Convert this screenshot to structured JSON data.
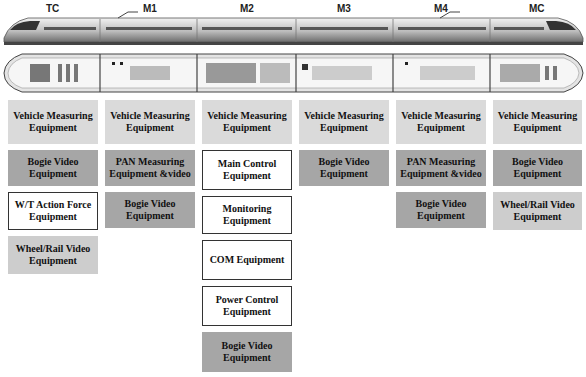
{
  "diagram": {
    "nodes": [
      {
        "text": [
          "Vehicle Measuring Equipment"
        ]
      },
      {
        "text": [
          "Bogie Video Equipment"
        ]
      },
      {
        "text": [
          "W/T Action Force Equipment"
        ]
      },
      {
        "text": [
          "Wheel/Rail Video Equipment"
        ]
      },
      {
        "text": [
          "Vehicle Measuring Equipment"
        ]
      },
      {
        "text": [
          "PAN Measuring Equipment &video"
        ]
      },
      {
        "text": [
          "Bogie Video Equipment"
        ]
      },
      {
        "text": [
          "Vehicle Measuring Equipment"
        ]
      },
      {
        "text": [
          "Main Control Equipment"
        ]
      },
      {
        "text": [
          "Monitoring Equipment"
        ]
      },
      {
        "text": [
          "COM Equipment"
        ]
      },
      {
        "text": [
          "Power Control Equipment"
        ]
      },
      {
        "text": [
          "Bogie Video Equipment"
        ]
      },
      {
        "text": [
          "Vehicle Measuring Equipment"
        ]
      },
      {
        "text": [
          "Bogie Video Equipment"
        ]
      },
      {
        "text": [
          "Vehicle Measuring Equipment"
        ]
      },
      {
        "text": [
          "PAN Measuring Equipment &video"
        ]
      },
      {
        "text": [
          "Bogie Video Equipment"
        ]
      },
      {
        "text": [
          "Vehicle Measuring Equipment"
        ]
      },
      {
        "text": [
          "Bogie Video Equipment"
        ]
      },
      {
        "text": [
          "Wheel/Rail Video Equipment"
        ]
      }
    ],
    "labels": [
      "TC",
      "M1",
      "M2",
      "M3",
      "M4",
      "MC"
    ]
  }
}
